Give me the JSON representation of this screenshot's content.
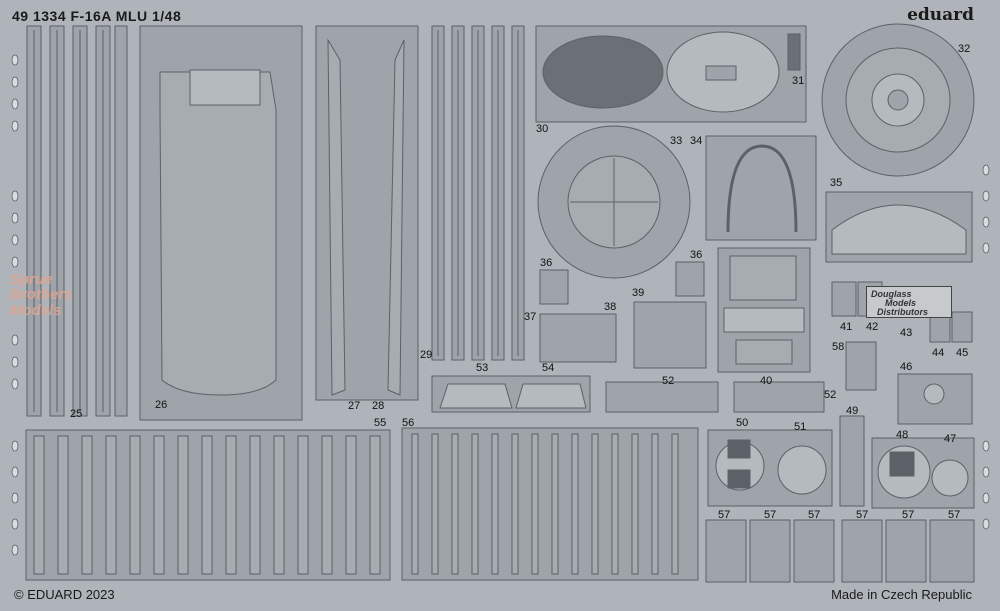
{
  "header": {
    "title": "49 1334 F-16A MLU 1/48",
    "brand": "eduard"
  },
  "footer": {
    "copyright": "© EDUARD 2023",
    "made_in": "Made in Czech Republic"
  },
  "watermark": {
    "line1": "Sprue",
    "line2": "Brothers",
    "line3": "Models"
  },
  "stamp": {
    "line1": "Douglass",
    "line2": "Models",
    "line3": "Distributors"
  },
  "part_numbers": {
    "p25": "25",
    "p26": "26",
    "p27": "27",
    "p28": "28",
    "p29": "29",
    "p30": "30",
    "p31": "31",
    "p32": "32",
    "p33": "33",
    "p34": "34",
    "p35": "35",
    "p36a": "36",
    "p36b": "36",
    "p37": "37",
    "p38": "38",
    "p39": "39",
    "p40": "40",
    "p41": "41",
    "p42": "42",
    "p43": "43",
    "p44": "44",
    "p45": "45",
    "p46": "46",
    "p47": "47",
    "p48": "48",
    "p49": "49",
    "p50": "50",
    "p51": "51",
    "p52a": "52",
    "p52b": "52",
    "p53": "53",
    "p54": "54",
    "p55": "55",
    "p56": "56",
    "p57a": "57",
    "p57b": "57",
    "p57c": "57",
    "p57d": "57",
    "p57e": "57",
    "p57f": "57",
    "p58": "58"
  },
  "colors": {
    "sheet": "#aeb4b9",
    "part": "#9ea4a9",
    "outline": "#5b6166",
    "dark": "#3c4146",
    "watermark": "#e6a58e"
  }
}
